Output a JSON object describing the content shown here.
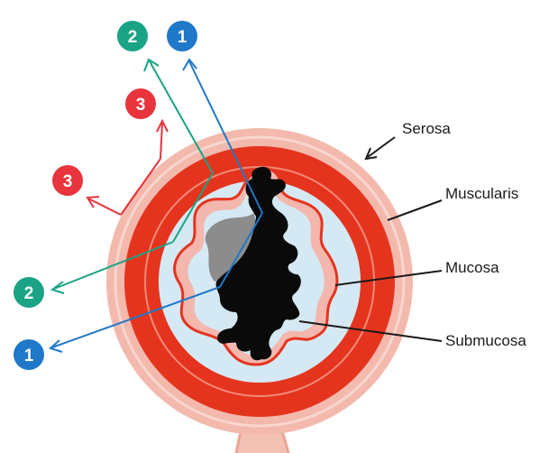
{
  "labels": {
    "serosa": "Serosa",
    "muscularis": "Muscularis",
    "mucosa": "Mucosa",
    "submucosa": "Submucosa"
  },
  "badges": {
    "blue": "1",
    "green": "2",
    "red": "3"
  },
  "colors": {
    "blue": "#1f78c8",
    "green": "#1aa384",
    "red": "#e8343c",
    "muscle_red": "#e5341e",
    "serosa_pink": "#f3b9ad",
    "submucosa_blue": "#d5e9f4",
    "lumen_black": "#0a0a0a"
  }
}
